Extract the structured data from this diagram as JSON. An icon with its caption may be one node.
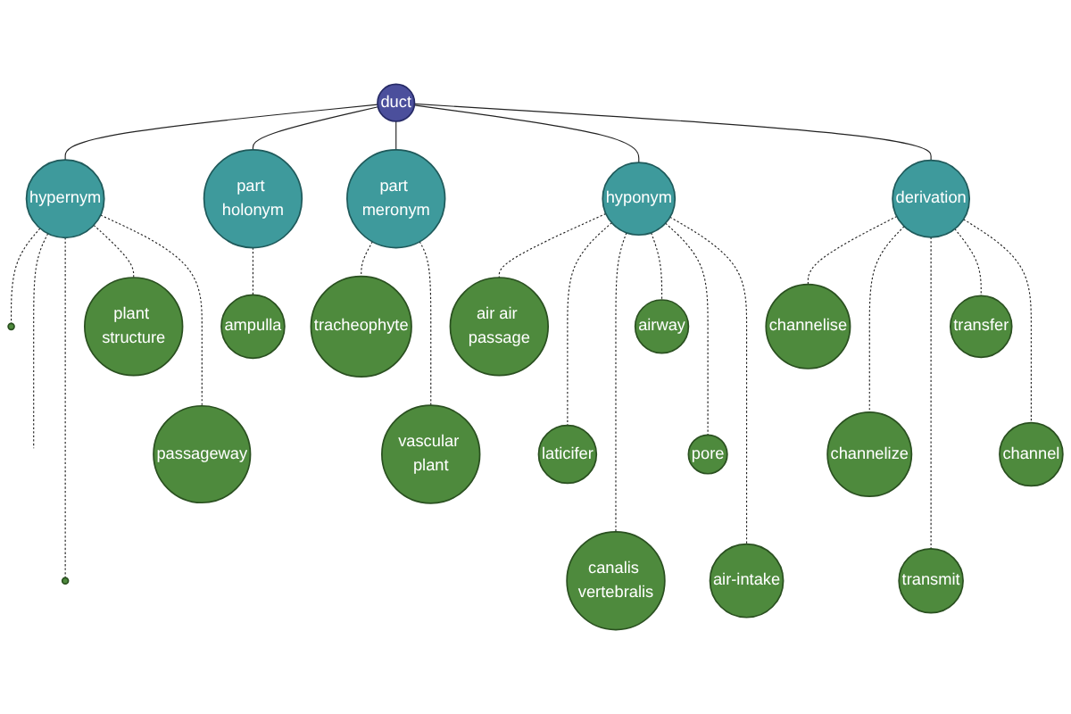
{
  "diagram": {
    "nodes": [
      {
        "text": [],
        "shape": "circle"
      },
      {
        "text": [],
        "shape": "circle"
      },
      {
        "text": [
          "plant structure"
        ]
      },
      {
        "text": [
          "hypernym"
        ]
      },
      {
        "text": [
          "passageway"
        ]
      },
      {
        "text": [
          "ampulla"
        ]
      },
      {
        "text": [
          "air air passage"
        ]
      },
      {
        "text": [
          "part holonym"
        ]
      },
      {
        "text": [
          "laticifer"
        ]
      },
      {
        "text": [
          "duct"
        ]
      },
      {
        "text": [
          "canalis vertebralis"
        ]
      },
      {
        "text": [
          "hyponym"
        ]
      },
      {
        "text": [
          "tracheophyte"
        ]
      },
      {
        "text": [
          "channelize"
        ]
      },
      {
        "text": [
          "part meronym"
        ]
      },
      {
        "text": [
          "channelise"
        ]
      },
      {
        "text": [
          "transmit"
        ]
      },
      {
        "text": [
          "derivation"
        ]
      },
      {
        "text": [
          "air-intake"
        ]
      },
      {
        "text": [
          "vascular plant"
        ]
      },
      {
        "text": [
          "pore"
        ]
      },
      {
        "text": [
          "airway"
        ]
      },
      {
        "text": [
          "transfer"
        ]
      },
      {
        "text": [
          "channel"
        ]
      }
    ],
    "edges": [
      {
        "from": 9,
        "to": 3,
        "arrow": "none"
      },
      {
        "from": 9,
        "to": 7,
        "arrow": "none"
      },
      {
        "from": 9,
        "to": 14,
        "arrow": "none"
      },
      {
        "from": 9,
        "to": 11,
        "arrow": "none"
      },
      {
        "from": 9,
        "to": 17,
        "arrow": "none"
      },
      {
        "from": 3,
        "to": 0,
        "arrow": "none",
        "style": "dashed"
      },
      {
        "from": 3,
        "to": null,
        "arrow": "none",
        "style": "dashed"
      },
      {
        "from": 3,
        "to": 1,
        "arrow": "none",
        "style": "dashed"
      },
      {
        "from": 3,
        "to": 2,
        "arrow": "none",
        "style": "dashed"
      },
      {
        "from": 3,
        "to": 4,
        "arrow": "none",
        "style": "dashed"
      },
      {
        "from": 7,
        "to": 5,
        "arrow": "none",
        "style": "dashed"
      },
      {
        "from": 14,
        "to": 12,
        "arrow": "none",
        "style": "dashed"
      },
      {
        "from": 14,
        "to": 19,
        "arrow": "none",
        "style": "dashed"
      },
      {
        "from": 11,
        "to": 6,
        "arrow": "none",
        "style": "dashed"
      },
      {
        "from": 11,
        "to": 8,
        "arrow": "none",
        "style": "dashed"
      },
      {
        "from": 11,
        "to": 10,
        "arrow": "none",
        "style": "dashed"
      },
      {
        "from": 11,
        "to": 21,
        "arrow": "none",
        "style": "dashed"
      },
      {
        "from": 11,
        "to": 20,
        "arrow": "none",
        "style": "dashed"
      },
      {
        "from": 11,
        "to": 18,
        "arrow": "none",
        "style": "dashed"
      },
      {
        "from": 17,
        "to": 15,
        "arrow": "none",
        "style": "dashed"
      },
      {
        "from": 17,
        "to": 13,
        "arrow": "none",
        "style": "dashed"
      },
      {
        "from": 17,
        "to": 16,
        "arrow": "none",
        "style": "dashed"
      },
      {
        "from": 17,
        "to": 22,
        "arrow": "none",
        "style": "dashed"
      },
      {
        "from": 17,
        "to": 23,
        "arrow": "none",
        "style": "dashed"
      }
    ]
  }
}
